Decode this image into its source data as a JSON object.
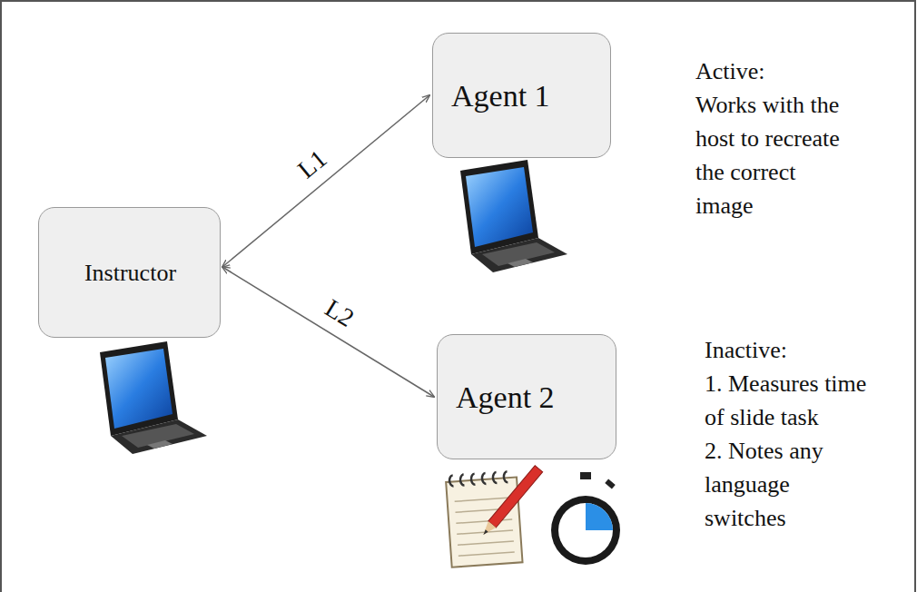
{
  "diagram": {
    "nodes": [
      {
        "text": [
          "Instructor"
        ]
      },
      {
        "text": [
          "Agent 1"
        ]
      },
      {
        "text": [
          "Agent 2"
        ]
      }
    ],
    "edges": [
      {
        "from": 0,
        "to": 1,
        "label": "L1",
        "arrow": "both"
      },
      {
        "from": 0,
        "to": 2,
        "label": "L2",
        "arrow": "both"
      }
    ],
    "labels": [
      "Active:",
      "Works with the host to recreate the correct image",
      "Inactive:",
      "1. Measures time of slide task",
      "2. Notes any language switches"
    ]
  }
}
